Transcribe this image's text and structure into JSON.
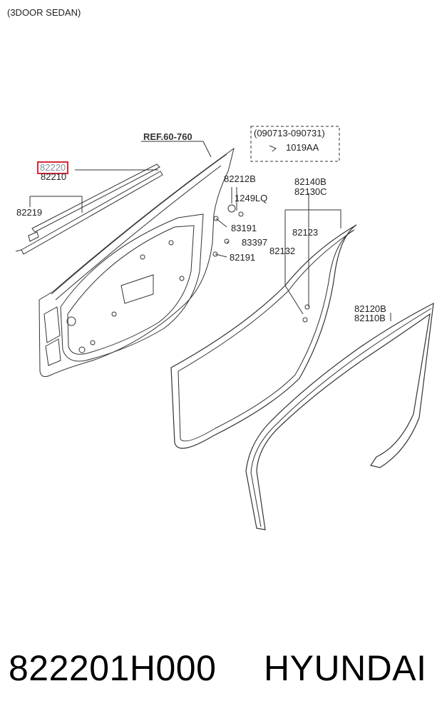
{
  "header": {
    "variant": "(3DOOR SEDAN)"
  },
  "reference": "REF.60-760",
  "date_range": "(090713-090731)",
  "labels": {
    "p82220": "82220",
    "p82210": "82210",
    "p82219": "82219",
    "p82212B": "82212B",
    "p1249LQ": "1249LQ",
    "p83191": "83191",
    "p83397": "83397",
    "p82191": "82191",
    "p1019AA": "1019AA",
    "p82140B": "82140B",
    "p82130C": "82130C",
    "p82123": "82123",
    "p82132": "82132",
    "p82120B": "82120B",
    "p82110B": "82110B"
  },
  "highlight_color": "#d6283a",
  "caption": {
    "part_number": "822201H000",
    "brand": "HYUNDAI"
  }
}
